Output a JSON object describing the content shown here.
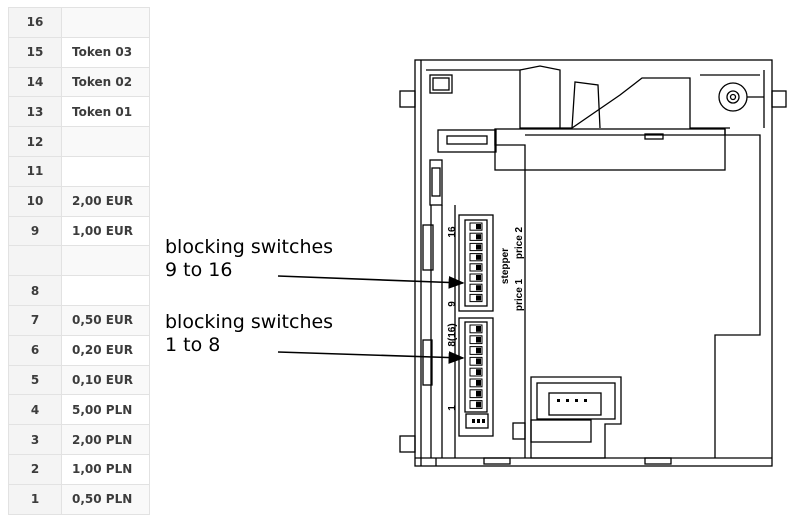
{
  "channel_table": {
    "rows": [
      {
        "channel": "16",
        "value": ""
      },
      {
        "channel": "15",
        "value": "Token 03"
      },
      {
        "channel": "14",
        "value": "Token 02"
      },
      {
        "channel": "13",
        "value": "Token 01"
      },
      {
        "channel": "12",
        "value": ""
      },
      {
        "channel": "11",
        "value": ""
      },
      {
        "channel": "10",
        "value": "2,00 EUR"
      },
      {
        "channel": "9",
        "value": "1,00 EUR"
      },
      {
        "channel": "",
        "value": ""
      },
      {
        "channel": "8",
        "value": ""
      },
      {
        "channel": "7",
        "value": "0,50 EUR"
      },
      {
        "channel": "6",
        "value": "0,20 EUR"
      },
      {
        "channel": "5",
        "value": "0,10 EUR"
      },
      {
        "channel": "4",
        "value": "5,00 PLN"
      },
      {
        "channel": "3",
        "value": "2,00 PLN"
      },
      {
        "channel": "2",
        "value": "1,00 PLN"
      },
      {
        "channel": "1",
        "value": "0,50 PLN"
      }
    ]
  },
  "callouts": {
    "upper": {
      "line1": "blocking switches",
      "line2": "9 to 16"
    },
    "lower": {
      "line1": "blocking switches",
      "line2": "1 to 8"
    }
  },
  "device_labels": {
    "top_bank_end": "16",
    "top_bank_start": "9",
    "lower_bank_end": "8(16)",
    "lower_bank_start": "1",
    "stepper": "stepper",
    "price1": "price 1",
    "price2": "price 2"
  }
}
